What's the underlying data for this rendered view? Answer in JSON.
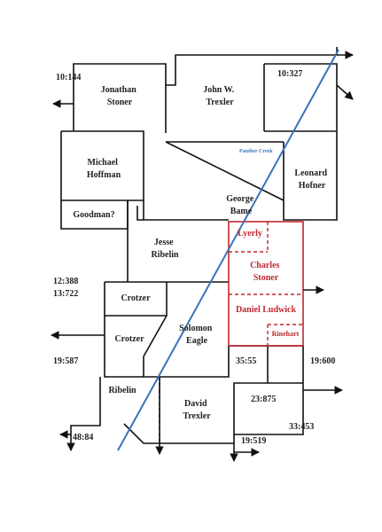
{
  "parcels": {
    "jonathan_stoner": [
      "Jonathan",
      "Stoner"
    ],
    "john_trexler": [
      "John W.",
      "Trexler"
    ],
    "michael_hoffman": [
      "Michael",
      "Hoffman"
    ],
    "leonard_hofner": [
      "Leonard",
      "Hofner"
    ],
    "george_bame": [
      "George",
      "Bame"
    ],
    "goodman": "Goodman?",
    "jesse_ribelin": [
      "Jesse",
      "Ribelin"
    ],
    "crotzer_upper": "Crotzer",
    "crotzer_lower": "Crotzer",
    "solomon_eagle": [
      "Solomon",
      "Eagle"
    ],
    "ribelin": "Ribelin",
    "david_trexler": [
      "David",
      "Trexler"
    ]
  },
  "highlighted": {
    "color": "#c0282f",
    "lyerly": "Lyerly",
    "charles_stoner": [
      "Charles",
      "Stoner"
    ],
    "daniel_ludwick": "Daniel Ludwick",
    "rinehart": "Rinehart"
  },
  "references": {
    "r1": "10:144",
    "r2": "10:327",
    "r3": "12:388",
    "r4": "13:722",
    "r5": "19:587",
    "r6": "35:55",
    "r7": "19:600",
    "r8": "23:875",
    "r9": "33:453",
    "r10": "48:84",
    "r11": "19:519"
  },
  "creek": {
    "name": "Panther Creek",
    "color": "#3a73b8"
  }
}
